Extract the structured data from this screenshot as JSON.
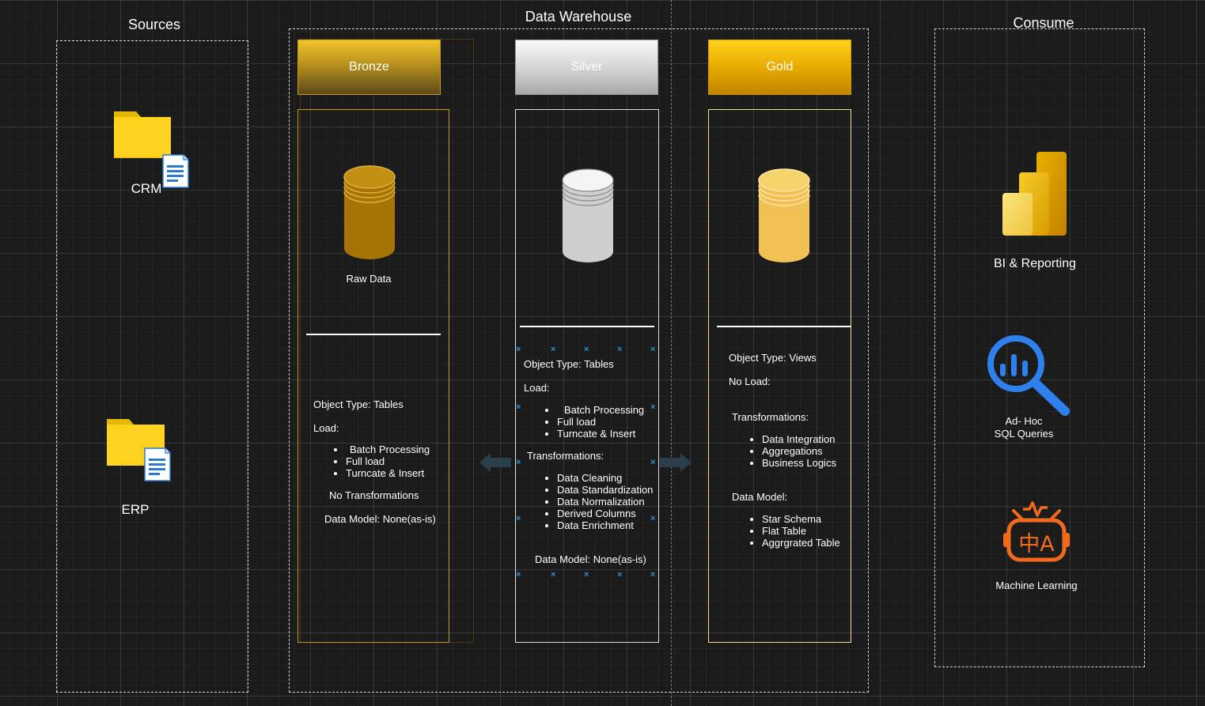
{
  "sources": {
    "title": "Sources",
    "items": [
      {
        "label": "CRM"
      },
      {
        "label": "ERP"
      }
    ]
  },
  "warehouse": {
    "title": "Data Warehouse",
    "bronze": {
      "header": "Bronze",
      "db_label": "Raw Data",
      "object_type": "Object Type: Tables",
      "load_label": "Load:",
      "load_items": [
        "Batch Processing",
        "Full load",
        "Turncate & Insert"
      ],
      "transformations": "No Transformations",
      "data_model": "Data Model: None(as-is)"
    },
    "silver": {
      "header": "Silver",
      "object_type": "Object Type: Tables",
      "load_label": "Load:",
      "load_items": [
        "Batch Processing",
        "Full load",
        "Turncate & Insert"
      ],
      "transformations_label": "Transformations:",
      "transformations": [
        "Data Cleaning",
        "Data Standardization",
        "Data Normalization",
        "Derived Columns",
        "Data Enrichment"
      ],
      "data_model": "Data Model: None(as-is)"
    },
    "gold": {
      "header": "Gold",
      "object_type": "Object Type: Views",
      "load": "No Load:",
      "transformations_label": "Transformations:",
      "transformations": [
        "Data Integration",
        "Aggregations",
        "Business Logics"
      ],
      "data_model_label": "Data Model:",
      "data_model_items": [
        "Star Schema",
        "Flat Table",
        "Aggrgrated Table"
      ]
    }
  },
  "consume": {
    "title": "Consume",
    "items": [
      {
        "label": "BI & Reporting",
        "icon": "power-bi-icon"
      },
      {
        "label_line1": "Ad- Hoc",
        "label_line2": "SQL Queries",
        "icon": "analytics-search-icon"
      },
      {
        "label": "Machine Learning",
        "icon": "ai-robot-icon"
      }
    ]
  },
  "colors": {
    "bronze": "#c89a1a",
    "silver": "#e6e6e6",
    "gold": "#f0c030",
    "accent_blue": "#2c8fd1",
    "ml_orange": "#f26b1d"
  }
}
